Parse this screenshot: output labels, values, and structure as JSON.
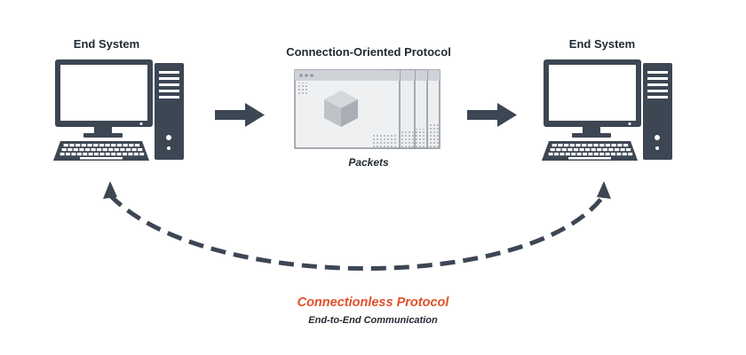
{
  "diagram": {
    "left_node": {
      "label": "End System"
    },
    "right_node": {
      "label": "End System"
    },
    "center_node": {
      "label": "Connection-Oriented Protocol",
      "caption": "Packets"
    },
    "bottom": {
      "title": "Connectionless Protocol",
      "subtitle": "End-to-End Communication"
    }
  },
  "colors": {
    "dark": "#3d4653",
    "accent": "#e0502a",
    "panel": "#e9eaec",
    "panel_border": "#8e949c"
  },
  "icons": [
    "computer-icon",
    "tower-icon",
    "keyboard-icon",
    "window-icon",
    "cube-icon",
    "arrow-right-icon",
    "dashed-arc-arrow"
  ]
}
